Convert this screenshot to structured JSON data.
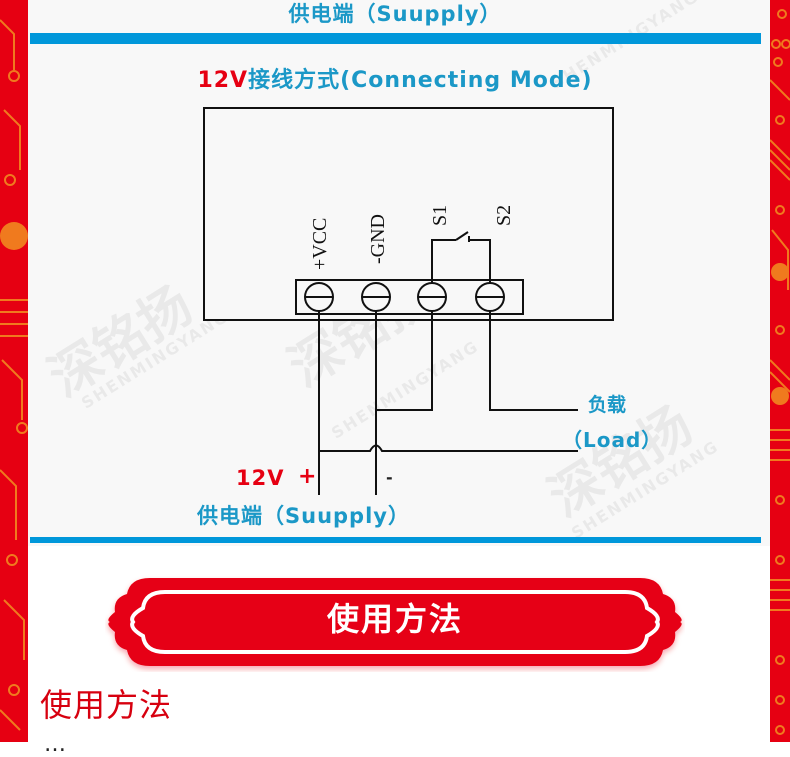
{
  "colors": {
    "border_red": "#e60012",
    "circuit_orange": "#f07a1e",
    "accent_blue": "#0097da",
    "caption_blue": "#1b98c7",
    "highlight_red": "#e60012",
    "banner_red": "#e60012",
    "heading_red": "#d7000f"
  },
  "top_section": {
    "supply_caption": "供电端（Suupply）"
  },
  "diagram": {
    "title_prefix": "12V",
    "title_rest": "接线方式(Connecting Mode)",
    "pins": [
      "+VCC",
      "-GND",
      "S1",
      "S2"
    ],
    "load_label_cn": "负载",
    "load_label_en": "（Load）",
    "supply_voltage": "12V",
    "supply_plus": "+",
    "supply_minus": "-",
    "supply_caption": "供电端（Suupply）",
    "watermark_cn": "深铭扬",
    "watermark_en": "SHENMINGYANG"
  },
  "usage_section": {
    "banner_label": "使用方法",
    "heading": "使用方法",
    "body_text_partial": "…"
  }
}
